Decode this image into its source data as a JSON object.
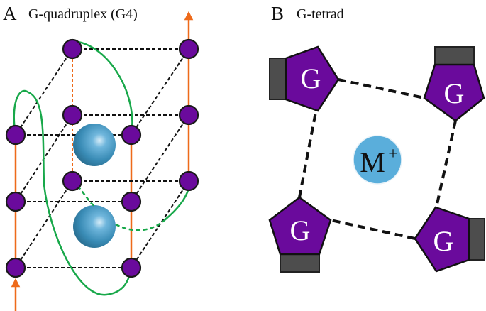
{
  "panel_a": {
    "letter": "A",
    "title": "G-quadruplex (G4)",
    "tetrad_count": 3,
    "ion_count": 2
  },
  "panel_b": {
    "letter": "B",
    "title": "G-tetrad",
    "bases": [
      {
        "label": "G",
        "position": "top-left"
      },
      {
        "label": "G",
        "position": "top-right"
      },
      {
        "label": "G",
        "position": "bottom-left"
      },
      {
        "label": "G",
        "position": "bottom-right"
      }
    ],
    "ion": {
      "label": "M",
      "charge": "+"
    }
  },
  "colors": {
    "guanine": "#6a0a9c",
    "sugar": "#4d4d4d",
    "backbone": "#ee6a1a",
    "loop": "#18a84a",
    "ion": "#5aaedb",
    "hbond": "#111111"
  }
}
